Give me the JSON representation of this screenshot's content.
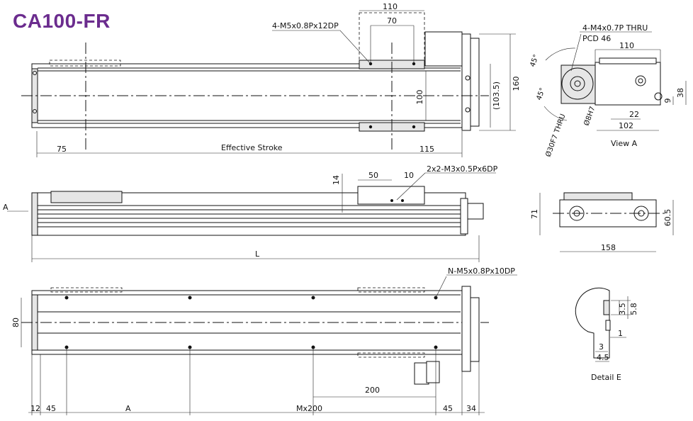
{
  "title": "CA100-FR",
  "top_view": {
    "dim_110": "110",
    "dim_70": "70",
    "callout_tap": "4-M5x0.8Px12DP",
    "dim_103_5": "(103.5)",
    "dim_100": "100",
    "dim_160": "160",
    "dim_75": "75",
    "effective_stroke": "Effective Stroke",
    "dim_115": "115"
  },
  "view_a": {
    "callout_thru": "4-M4x0.7P THRU",
    "pcd": "PCD 46",
    "dim_110": "110",
    "angle_top": "45°",
    "angle_bottom": "45°",
    "bore_30": "Ø30F7 THRU",
    "bore_8": "Ø8H7",
    "dim_22": "22",
    "dim_102": "102",
    "dim_38": "38",
    "dim_9": "9",
    "label": "View A"
  },
  "side_view": {
    "dim_14": "14",
    "dim_50": "50",
    "dim_10": "10",
    "callout_tap": "2x2-M3x0.5Px6DP",
    "arrow_a": "A",
    "dim_L": "L"
  },
  "end_view": {
    "dim_71": "71",
    "dim_60_5": "60.5",
    "dim_158": "158"
  },
  "bottom_view": {
    "callout_tap": "N-M5x0.8Px10DP",
    "dim_80": "80",
    "dim_200": "200",
    "dim_12": "12",
    "dim_45_left": "45",
    "dim_A": "A",
    "dim_Mx200": "Mx200",
    "dim_45_right": "45",
    "dim_34": "34"
  },
  "detail_e": {
    "dim_3_5": "3.5",
    "dim_5_8": "5.8",
    "dim_1": "1",
    "dim_3": "3",
    "dim_4_5": "4.5",
    "label": "Detail E"
  }
}
